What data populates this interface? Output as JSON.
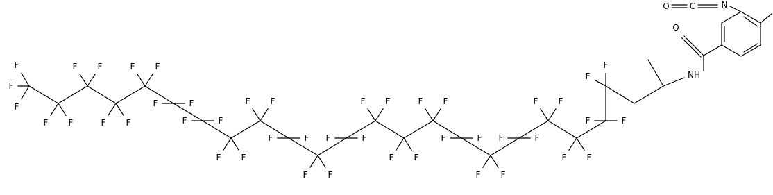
{
  "colors": {
    "bond": "#000000",
    "label": "#000000",
    "background": "#ffffff"
  },
  "labels": {
    "fluorine": "F",
    "oxygen": "O",
    "amide_nitrogen": "NH",
    "isocyanate_oxygen": "O",
    "isocyanate_nitrogen": "N",
    "isocyanate_carbon": "C"
  }
}
